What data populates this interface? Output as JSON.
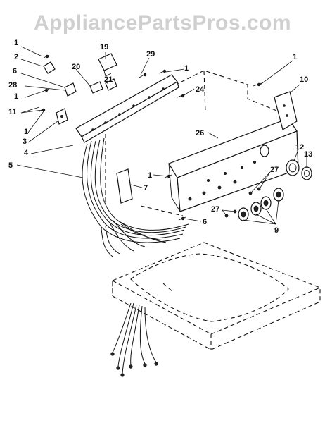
{
  "watermark": "AppliancePartsPros.com",
  "callouts": {
    "c1a": "1",
    "c2": "2",
    "c6a": "6",
    "c28": "28",
    "c1b": "1",
    "c11": "11",
    "c1c": "1",
    "c3": "3",
    "c4": "4",
    "c5": "5",
    "c19": "19",
    "c20": "20",
    "c21": "21",
    "c29": "29",
    "c1d": "1",
    "c24": "24",
    "c1e": "1",
    "c10": "10",
    "c26": "26",
    "c12": "12",
    "c13": "13",
    "c1f": "1",
    "c7": "7",
    "c27a": "27",
    "c27b": "27",
    "c9": "9",
    "c6b": "6"
  }
}
